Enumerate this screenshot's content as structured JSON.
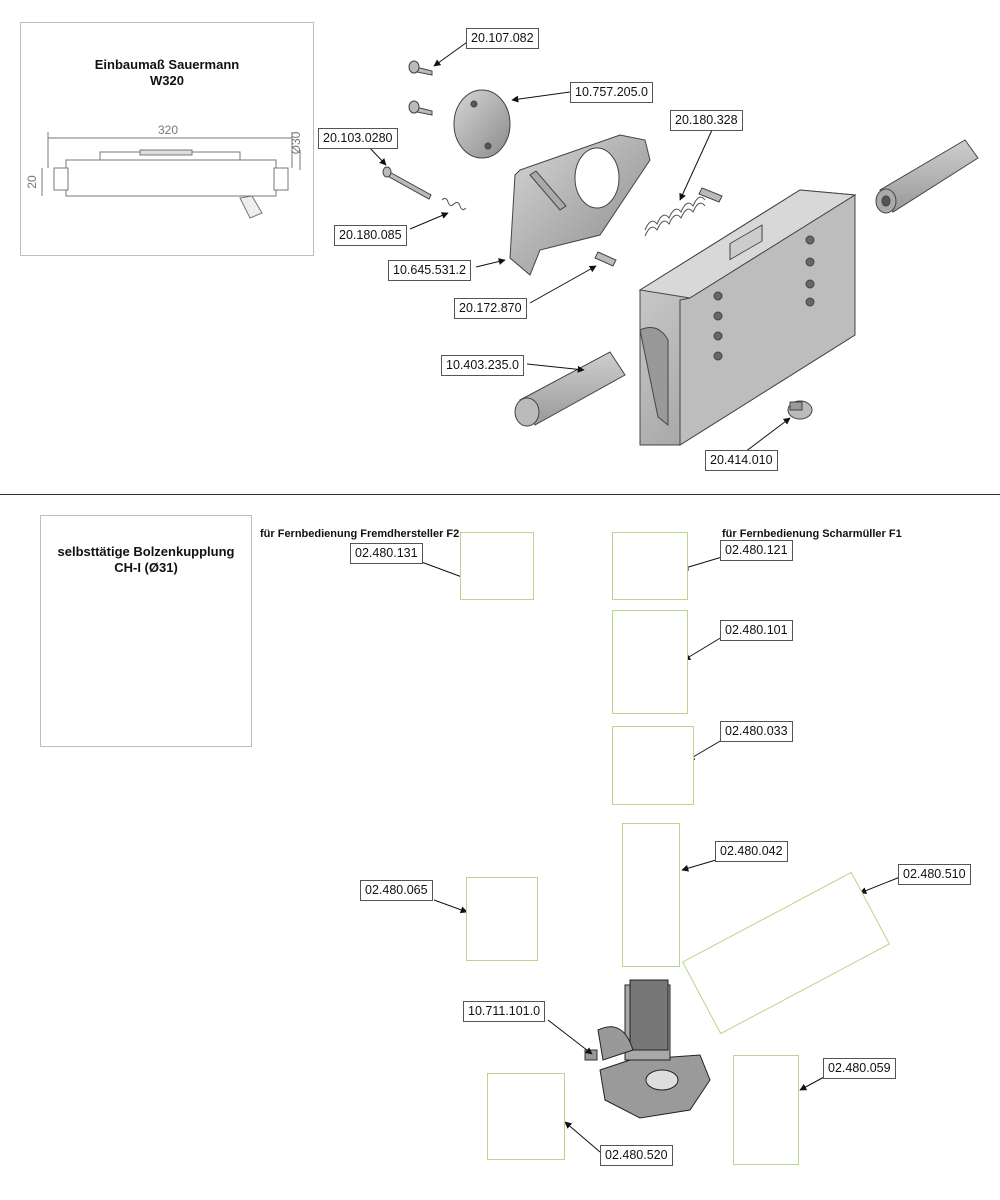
{
  "colors": {
    "part_fill": "#b9b9b9",
    "part_dark": "#8e8e8e",
    "box_border": "#b7d58b",
    "label_border": "#555555"
  },
  "top_section": {
    "title_line1": "Einbaumaß Sauermann",
    "title_line2": "W320",
    "dims": {
      "width": "320",
      "height_left": "20",
      "diameter": "Ø30"
    },
    "labels": {
      "screw_top": "20.107.082",
      "cover_plate": "10.757.205.0",
      "long_screw": "20.103.0280",
      "spring_right": "20.180.328",
      "small_spring": "20.180.085",
      "bracket": "10.645.531.2",
      "pin_small": "20.172.870",
      "pin_large": "10.403.235.0",
      "plug": "20.414.010"
    }
  },
  "bottom_section": {
    "title_line1": "selbsttätige Bolzenkupplung",
    "title_line2": "CH-I (Ø31)",
    "caption_f2": "für Fernbedienung Fremdhersteller F2",
    "caption_f1": "für Fernbedienung Scharmüller F1",
    "labels": {
      "kit_f2": "02.480.131",
      "kit_f1": "02.480.121",
      "lever_kit": "02.480.101",
      "latch_kit": "02.480.033",
      "pin_kit": "02.480.042",
      "base_kit": "02.480.065",
      "hose_kit": "02.480.510",
      "grease_nipple": "10.711.101.0",
      "clip_kit": "02.480.059",
      "crank": "02.480.520"
    }
  }
}
